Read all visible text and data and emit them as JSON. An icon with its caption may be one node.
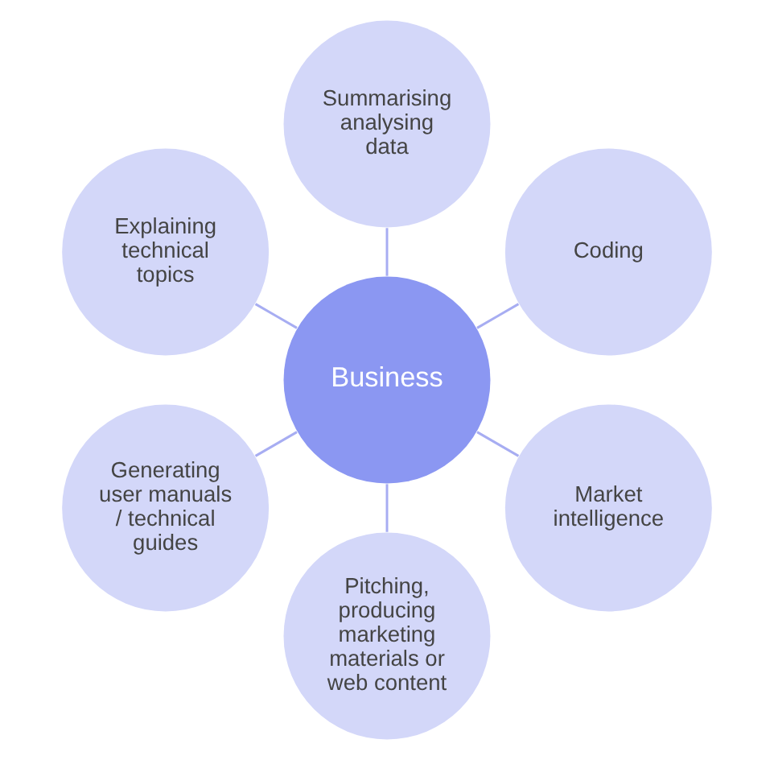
{
  "diagram": {
    "nodes": [
      {
        "text": [
          "Coding"
        ]
      },
      {
        "text": [
          "Summarising analysing data"
        ]
      },
      {
        "text": [
          "Explaining technical topics"
        ]
      },
      {
        "text": [
          "Business"
        ]
      },
      {
        "text": [
          "Generating user manuals / technical guides"
        ]
      },
      {
        "text": [
          "Pitching, producing marketing materials or web content"
        ]
      },
      {
        "text": [
          "Market intelligence"
        ]
      }
    ],
    "edges": [
      {
        "from": 3,
        "to": 0,
        "arrow": "none"
      },
      {
        "from": 3,
        "to": 2,
        "arrow": "none"
      },
      {
        "from": 3,
        "to": 5,
        "arrow": "none"
      },
      {
        "from": 3,
        "to": 6,
        "arrow": "none"
      },
      {
        "from": 3,
        "to": 4,
        "arrow": "none"
      },
      {
        "from": 3,
        "to": 1,
        "arrow": "none"
      }
    ]
  }
}
